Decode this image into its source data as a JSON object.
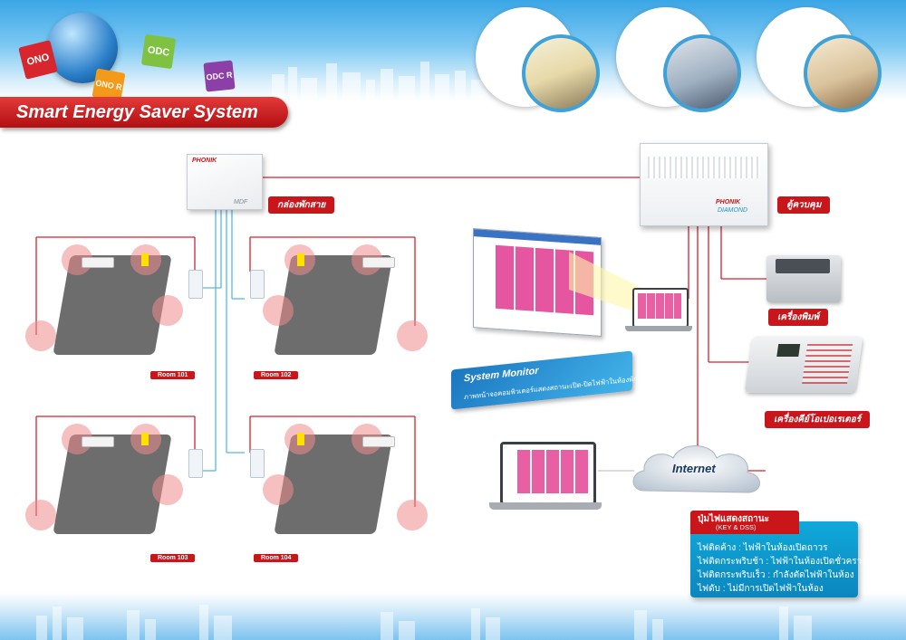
{
  "header": {
    "title": "Smart Energy Saver System",
    "globe_labels": [
      "ONO",
      "ONO R",
      "ODC",
      "ODC R"
    ]
  },
  "devices": {
    "mdf_label": "กล่องพักสาย",
    "mdf_brand": "MDF",
    "control_label": "ตู้ควบคุม",
    "control_brand": "PHONIK",
    "control_model": "DIAMOND",
    "printer_label": "เครื่องพิมพ์",
    "operator_label": "เครื่องคีย์โอเปอเรเตอร์",
    "internet_label": "Internet"
  },
  "rooms": [
    "Room 101",
    "Room 102",
    "Room 103",
    "Room 104"
  ],
  "monitor": {
    "title": "System Monitor",
    "subtitle": "ภาพหน้าจอคอมพิวเตอร์แสดงสถานะเปิด-ปิดไฟฟ้าในห้องพัก"
  },
  "legend": {
    "title": "ปุ่มไฟแสดงสถานะ",
    "subtitle": "(KEY & DSS)",
    "items": [
      "ไฟติดค้าง : ไฟฟ้าในห้องเปิดถาวร",
      "ไฟติดกระพริบช้า : ไฟฟ้าในห้องเปิดชั่วคราว",
      "ไฟติดกระพริบเร็ว : กำลังตัดไฟฟ้าในห้อง",
      "ไฟดับ : ไม่มีการเปิดไฟฟ้าในห้อง"
    ]
  },
  "colors": {
    "red": "#c8161b",
    "blue": "#1e8fd2",
    "line_red": "#d4232a",
    "line_blue": "#58b7e6"
  }
}
